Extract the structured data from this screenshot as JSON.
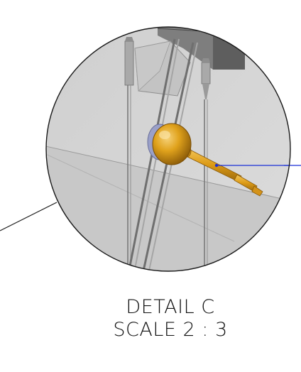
{
  "detail": {
    "title": "DETAIL C",
    "scale": "SCALE 2 : 3"
  },
  "colors": {
    "circle_fill": "#d6d6d6",
    "floor_fill": "#c9c9c9",
    "block_fill": "#7f7f7f",
    "part_gold": "#e0a21c",
    "part_gold_dark": "#b07a10",
    "leader_blue": "#1a2fd6",
    "leader_black": "#1a1a1a"
  },
  "icons": {
    "probe": "stylus-probe-part"
  }
}
